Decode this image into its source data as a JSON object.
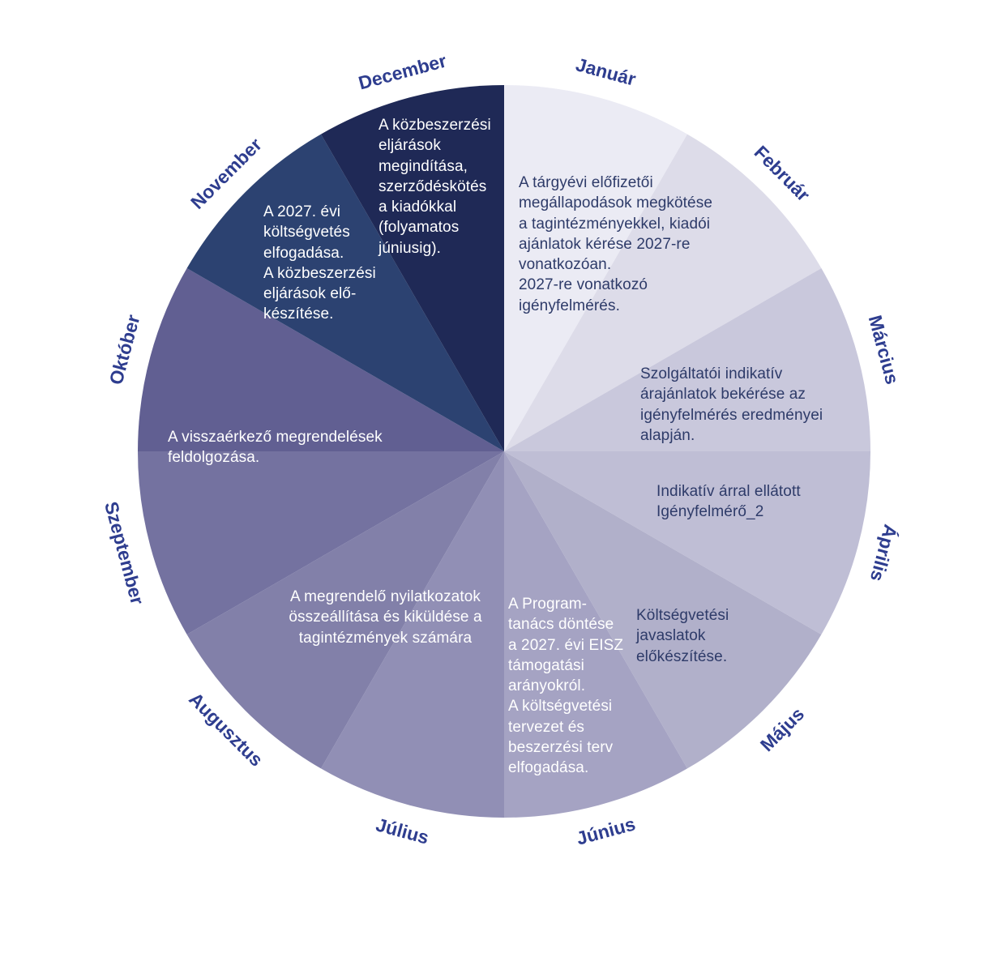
{
  "figure": {
    "background": "#ffffff",
    "month_label_color": "#2e3d8f",
    "dark_text_color": "#2e3b69",
    "light_text_color": "#ffffff"
  },
  "chart_data": {
    "type": "pie",
    "title": "",
    "description": "Annual cycle wheel with 12 equal month segments (Hungarian months), each 30 degrees, colors from light lavender (January) to dark navy (December)",
    "segment_angle_degrees": 30,
    "months": [
      {
        "label": "Január",
        "color": "#ebebf4"
      },
      {
        "label": "Február",
        "color": "#dddce9"
      },
      {
        "label": "Március",
        "color": "#c9c8dc"
      },
      {
        "label": "Április",
        "color": "#bfbed5"
      },
      {
        "label": "Május",
        "color": "#b1b0ca"
      },
      {
        "label": "Június",
        "color": "#a5a3c3"
      },
      {
        "label": "Július",
        "color": "#918fb5"
      },
      {
        "label": "Augusztus",
        "color": "#8280a9"
      },
      {
        "label": "Szeptember",
        "color": "#7472a0"
      },
      {
        "label": "Október",
        "color": "#615f92"
      },
      {
        "label": "November",
        "color": "#2c4271"
      },
      {
        "label": "December",
        "color": "#1f2956"
      }
    ],
    "notes": {
      "jan_feb": "A tárgyévi előfizetői\nmegállapodások megkötése\na tagintézményekkel, kiadói\najánlatok kérése 2027-re\nvonatkozóan.\n2027-re vonatkozó\nigényfelmérés.",
      "mar": "Szolgáltatói indikatív\nárajánlatok bekérése az\nigényfelmérés eredményei\nalapján.",
      "apr": "Indikatív árral ellátott\nIgényfelmérő_2",
      "may": "Költségvetési\njavaslatok\nelőkészítése.",
      "jun": "A Program-\ntanács döntése\na 2027. évi EISZ\ntámogatási\narányokról.\nA költségvetési\ntervezet és\nbeszerzési terv\nelfogadása.",
      "jul_aug": "A megrendelő nyilatkozatok\nösszeállítása és kiküldése a\ntagintézmények számára",
      "okt": "A visszaérkező megrendelések\nfeldolgozása.",
      "nov": "A 2027. évi\nköltségvetés\nelfogadása.\nA közbeszerzési\neljárások elő-\nkészítése.",
      "dec": "A közbeszerzési\neljárások\nmegindítása,\nszerződéskötés\na kiadókkal\n(folyamatos\njúniusig)."
    }
  }
}
